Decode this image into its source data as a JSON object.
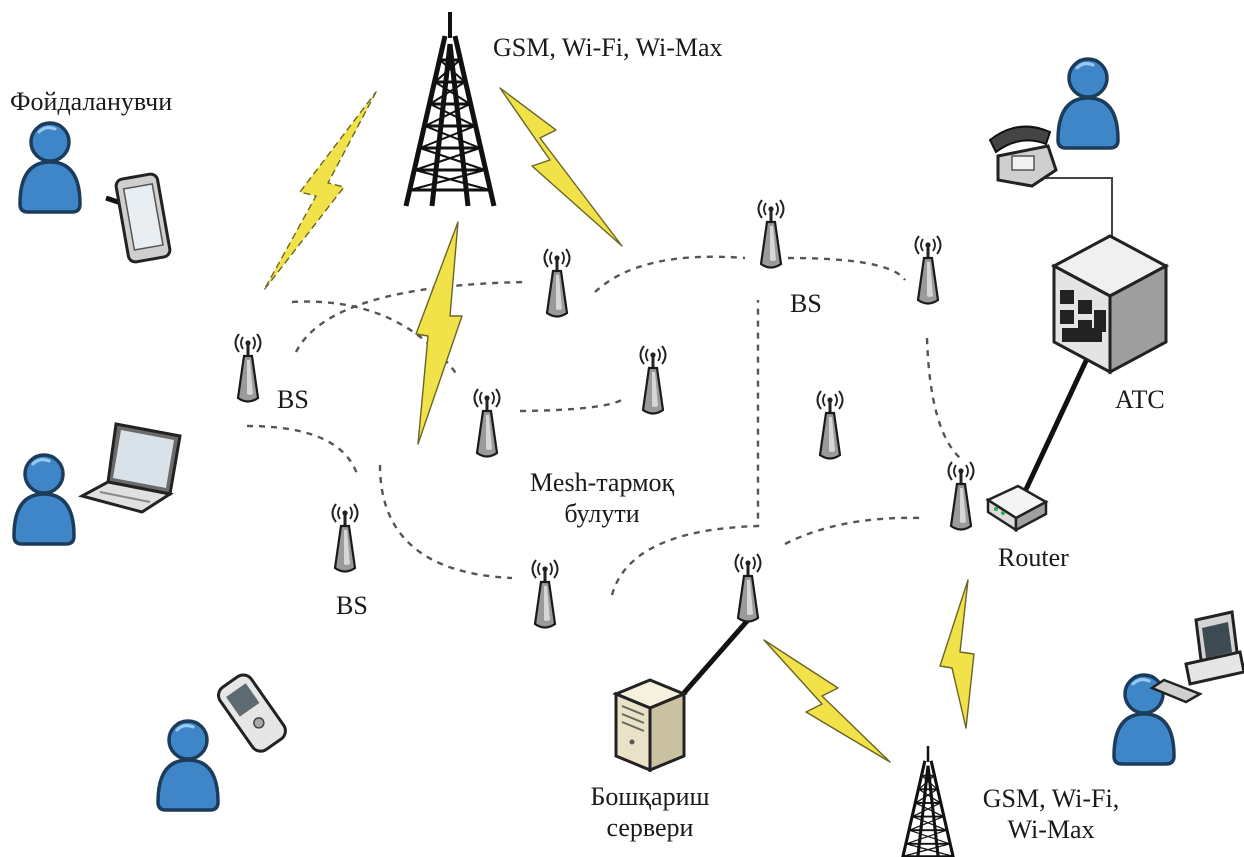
{
  "labels": {
    "tower_top": "GSM, Wi-Fi, Wi-Max",
    "user": "Фойдаланувчи",
    "bs_1": "BS",
    "bs_2": "BS",
    "bs_3": "BS",
    "mesh_cloud_line1": "Mesh-тармоқ",
    "mesh_cloud_line2": "булути",
    "atc": "АТС",
    "router": "Router",
    "server_line1": "Бошқариш",
    "server_line2": "сервери",
    "tower_bottom_line1": "GSM, Wi-Fi,",
    "tower_bottom_line2": "Wi-Max"
  },
  "colors": {
    "person_blue": "#3f86c8",
    "person_outline": "#1b3c5a",
    "bolt_yellow": "#f2e24a",
    "antenna_gray": "#9a9a9a",
    "mesh_line": "#555555",
    "tower_black": "#111111"
  },
  "icons": [
    "tower-icon",
    "person-icon",
    "tablet-icon",
    "laptop-icon",
    "mobile-phone-icon",
    "antenna-node-icon",
    "telephone-icon",
    "atc-switch-icon",
    "router-icon",
    "server-icon",
    "desktop-computer-icon",
    "lightning-link-icon"
  ]
}
